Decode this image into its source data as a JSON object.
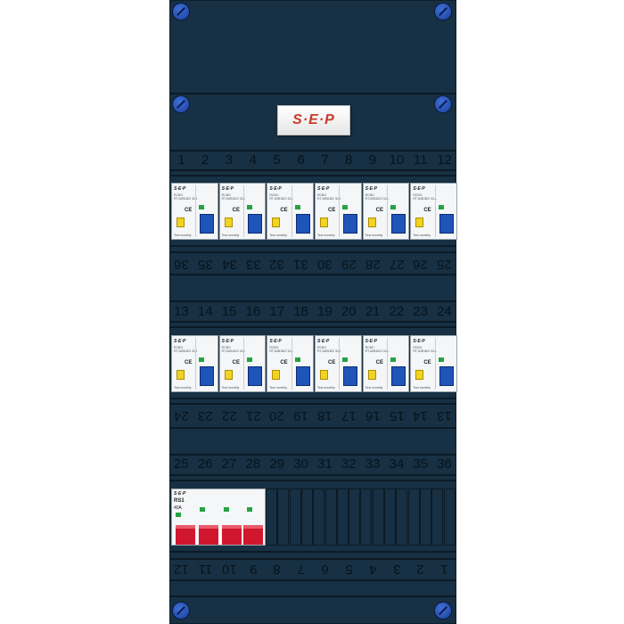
{
  "panel": {
    "logo_text": "S·E·P",
    "rows": [
      {
        "top": [
          "1",
          "2",
          "3",
          "4",
          "5",
          "6",
          "7",
          "8",
          "9",
          "10",
          "11",
          "12"
        ],
        "bottom": [
          "36",
          "35",
          "34",
          "33",
          "32",
          "31",
          "30",
          "29",
          "28",
          "27",
          "26",
          "25"
        ]
      },
      {
        "top": [
          "13",
          "14",
          "15",
          "16",
          "17",
          "18",
          "19",
          "20",
          "21",
          "22",
          "23",
          "24"
        ],
        "bottom": [
          "24",
          "23",
          "22",
          "21",
          "20",
          "19",
          "18",
          "17",
          "16",
          "15",
          "14",
          "13"
        ]
      },
      {
        "top": [
          "25",
          "26",
          "27",
          "28",
          "29",
          "30",
          "31",
          "32",
          "33",
          "34",
          "35",
          "36"
        ],
        "bottom": [
          "12",
          "11",
          "10",
          "9",
          "8",
          "7",
          "6",
          "5",
          "4",
          "3",
          "2",
          "1"
        ]
      }
    ],
    "breaker": {
      "brand": "S·E·P",
      "type": "RCBO",
      "model": "RT-M/B1B/2 32A",
      "test_label": "Test monthly",
      "mark": "CE"
    },
    "main_switch": {
      "brand": "S·E·P",
      "label": "RS1",
      "rating": "40A"
    }
  }
}
